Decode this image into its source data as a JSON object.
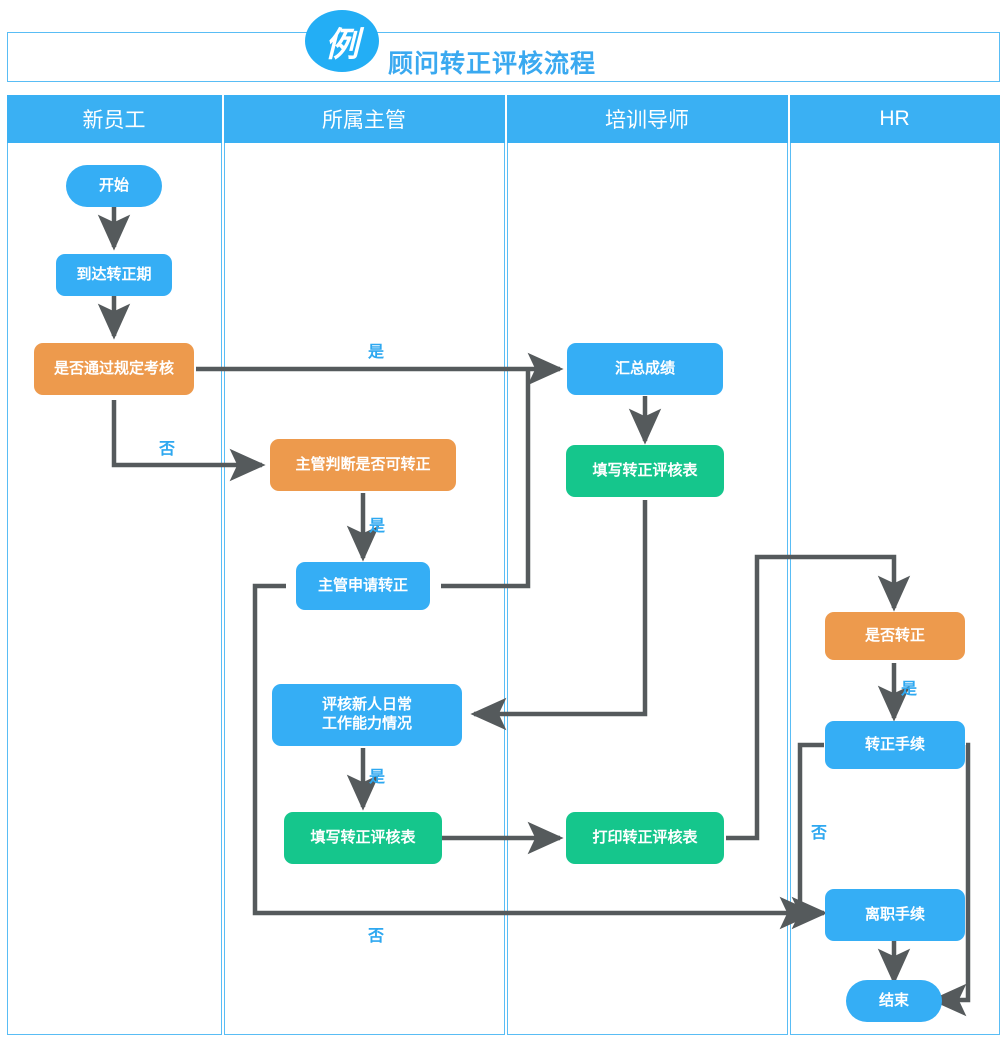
{
  "header": {
    "badge": "例",
    "title": "顾问转正评核流程"
  },
  "lanes": [
    {
      "label": "新员工"
    },
    {
      "label": "所属主管"
    },
    {
      "label": "培训导师"
    },
    {
      "label": "HR"
    }
  ],
  "nodes": [
    {
      "id": "start",
      "label": "开始",
      "lane": 0,
      "shape": "pill",
      "color": "#35aef5"
    },
    {
      "id": "arrive",
      "label": "到达转正期",
      "lane": 0,
      "shape": "rect",
      "color": "#35aef5"
    },
    {
      "id": "pass-exam",
      "label": "是否通过规定考核",
      "lane": 0,
      "shape": "rect",
      "color": "#ed9a4d"
    },
    {
      "id": "mgr-judge",
      "label": "主管判断是否可转正",
      "lane": 1,
      "shape": "rect",
      "color": "#ed9a4d"
    },
    {
      "id": "mgr-apply",
      "label": "主管申请转正",
      "lane": 1,
      "shape": "rect",
      "color": "#35aef5"
    },
    {
      "id": "review-daily",
      "label": "评核新人日常\n工作能力情况",
      "lane": 1,
      "shape": "rect",
      "color": "#35aef5"
    },
    {
      "id": "fill-form-2",
      "label": "填写转正评核表",
      "lane": 1,
      "shape": "rect",
      "color": "#15c68c"
    },
    {
      "id": "sum-score",
      "label": "汇总成绩",
      "lane": 2,
      "shape": "rect",
      "color": "#35aef5"
    },
    {
      "id": "fill-form-3",
      "label": "填写转正评核表",
      "lane": 2,
      "shape": "rect",
      "color": "#15c68c"
    },
    {
      "id": "print-form",
      "label": "打印转正评核表",
      "lane": 2,
      "shape": "rect",
      "color": "#15c68c"
    },
    {
      "id": "confirm",
      "label": "是否转正",
      "lane": 3,
      "shape": "rect",
      "color": "#ed9a4d"
    },
    {
      "id": "regular-proc",
      "label": "转正手续",
      "lane": 3,
      "shape": "rect",
      "color": "#35aef5"
    },
    {
      "id": "leave-proc",
      "label": "离职手续",
      "lane": 3,
      "shape": "rect",
      "color": "#35aef5"
    },
    {
      "id": "end",
      "label": "结束",
      "lane": 3,
      "shape": "pill",
      "color": "#35aef5"
    }
  ],
  "edge_labels": [
    {
      "id": "yes-exam",
      "text": "是"
    },
    {
      "id": "no-exam",
      "text": "否"
    },
    {
      "id": "yes-judge",
      "text": "是"
    },
    {
      "id": "yes-review",
      "text": "是"
    },
    {
      "id": "yes-confirm",
      "text": "是"
    },
    {
      "id": "no-confirm",
      "text": "否"
    },
    {
      "id": "no-loop",
      "text": "否"
    }
  ],
  "colors": {
    "lane_border": "#59bdf5",
    "lane_header": "#3ab0f3",
    "title_text": "#3aa9f0",
    "node_blue": "#35aef5",
    "node_orange": "#ed9a4d",
    "node_green": "#15c68c",
    "connector": "#555a5c",
    "edge_label": "#2ea8f0"
  }
}
